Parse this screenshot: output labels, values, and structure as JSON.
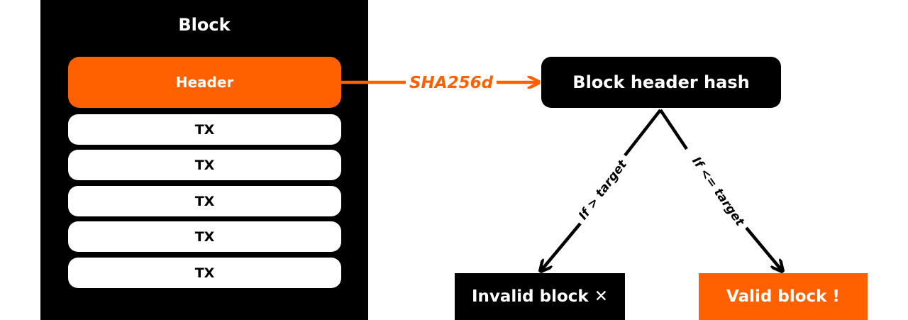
{
  "block": {
    "title": "Block",
    "header_label": "Header",
    "transactions": [
      "TX",
      "TX",
      "TX",
      "TX",
      "TX"
    ]
  },
  "hash_function_label": "SHA256d",
  "hash_box_label": "Block header hash",
  "branches": {
    "left_label": "If > target",
    "right_label": "If <= target"
  },
  "outcomes": {
    "invalid_label": "Invalid block ✕",
    "valid_label": "Valid block !"
  },
  "colors": {
    "accent": "#ff6100",
    "dark": "#000000",
    "light": "#ffffff"
  }
}
